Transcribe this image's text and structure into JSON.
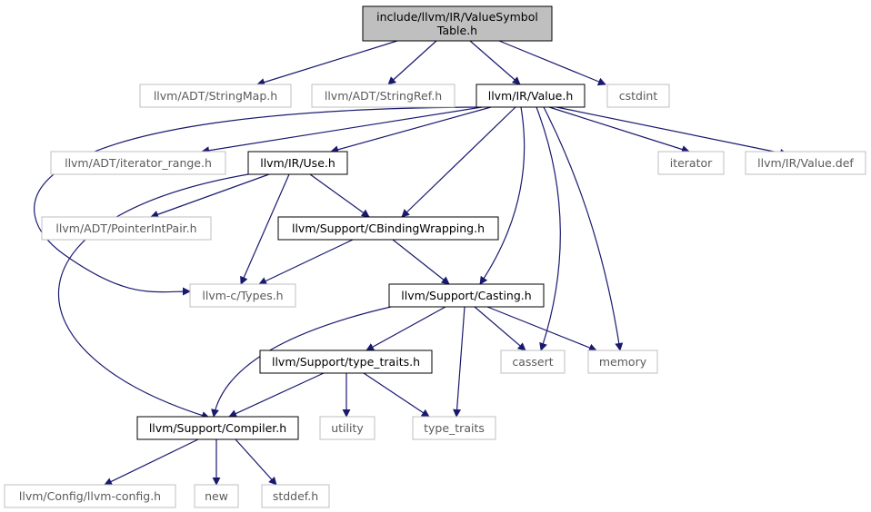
{
  "colors": {
    "edge": "#191970",
    "root_fill": "#bfbfbf",
    "root_border": "#000000",
    "doc_border": "#000000",
    "ext_border": "#bfbfbf",
    "node_fill": "#ffffff"
  },
  "nodes": [
    {
      "id": "valuesymboltable",
      "kind": "root",
      "lines": [
        "include/llvm/IR/ValueSymbol",
        "Table.h"
      ]
    },
    {
      "id": "stringmap",
      "kind": "ext",
      "lines": [
        "llvm/ADT/StringMap.h"
      ]
    },
    {
      "id": "stringref",
      "kind": "ext",
      "lines": [
        "llvm/ADT/StringRef.h"
      ]
    },
    {
      "id": "value",
      "kind": "doc",
      "lines": [
        "llvm/IR/Value.h"
      ]
    },
    {
      "id": "cstdint",
      "kind": "ext",
      "lines": [
        "cstdint"
      ]
    },
    {
      "id": "iterator_range",
      "kind": "ext",
      "lines": [
        "llvm/ADT/iterator_range.h"
      ]
    },
    {
      "id": "use",
      "kind": "doc",
      "lines": [
        "llvm/IR/Use.h"
      ]
    },
    {
      "id": "iterator",
      "kind": "ext",
      "lines": [
        "iterator"
      ]
    },
    {
      "id": "valuedef",
      "kind": "ext",
      "lines": [
        "llvm/IR/Value.def"
      ]
    },
    {
      "id": "pointerintpair",
      "kind": "ext",
      "lines": [
        "llvm/ADT/PointerIntPair.h"
      ]
    },
    {
      "id": "cbinding",
      "kind": "doc",
      "lines": [
        "llvm/Support/CBindingWrapping.h"
      ]
    },
    {
      "id": "types",
      "kind": "ext",
      "lines": [
        "llvm-c/Types.h"
      ]
    },
    {
      "id": "casting",
      "kind": "doc",
      "lines": [
        "llvm/Support/Casting.h"
      ]
    },
    {
      "id": "type_traits_h",
      "kind": "doc",
      "lines": [
        "llvm/Support/type_traits.h"
      ]
    },
    {
      "id": "cassert",
      "kind": "ext",
      "lines": [
        "cassert"
      ]
    },
    {
      "id": "memory",
      "kind": "ext",
      "lines": [
        "memory"
      ]
    },
    {
      "id": "compiler",
      "kind": "doc",
      "lines": [
        "llvm/Support/Compiler.h"
      ]
    },
    {
      "id": "utility",
      "kind": "ext",
      "lines": [
        "utility"
      ]
    },
    {
      "id": "type_traits",
      "kind": "ext",
      "lines": [
        "type_traits"
      ]
    },
    {
      "id": "llvmconfig",
      "kind": "ext",
      "lines": [
        "llvm/Config/llvm-config.h"
      ]
    },
    {
      "id": "new",
      "kind": "ext",
      "lines": [
        "new"
      ]
    },
    {
      "id": "stddef",
      "kind": "ext",
      "lines": [
        "stddef.h"
      ]
    }
  ],
  "edges": [
    [
      "valuesymboltable",
      "stringmap"
    ],
    [
      "valuesymboltable",
      "stringref"
    ],
    [
      "valuesymboltable",
      "value"
    ],
    [
      "valuesymboltable",
      "cstdint"
    ],
    [
      "value",
      "iterator_range"
    ],
    [
      "value",
      "use"
    ],
    [
      "value",
      "cbinding"
    ],
    [
      "value",
      "casting"
    ],
    [
      "value",
      "cassert"
    ],
    [
      "value",
      "memory"
    ],
    [
      "value",
      "iterator"
    ],
    [
      "value",
      "valuedef"
    ],
    [
      "value",
      "types"
    ],
    [
      "use",
      "pointerintpair"
    ],
    [
      "use",
      "cbinding"
    ],
    [
      "use",
      "types"
    ],
    [
      "use",
      "compiler"
    ],
    [
      "cbinding",
      "types"
    ],
    [
      "cbinding",
      "casting"
    ],
    [
      "casting",
      "compiler"
    ],
    [
      "casting",
      "type_traits_h"
    ],
    [
      "casting",
      "cassert"
    ],
    [
      "casting",
      "memory"
    ],
    [
      "casting",
      "type_traits"
    ],
    [
      "type_traits_h",
      "compiler"
    ],
    [
      "type_traits_h",
      "utility"
    ],
    [
      "type_traits_h",
      "type_traits"
    ],
    [
      "compiler",
      "llvmconfig"
    ],
    [
      "compiler",
      "new"
    ],
    [
      "compiler",
      "stddef"
    ]
  ]
}
